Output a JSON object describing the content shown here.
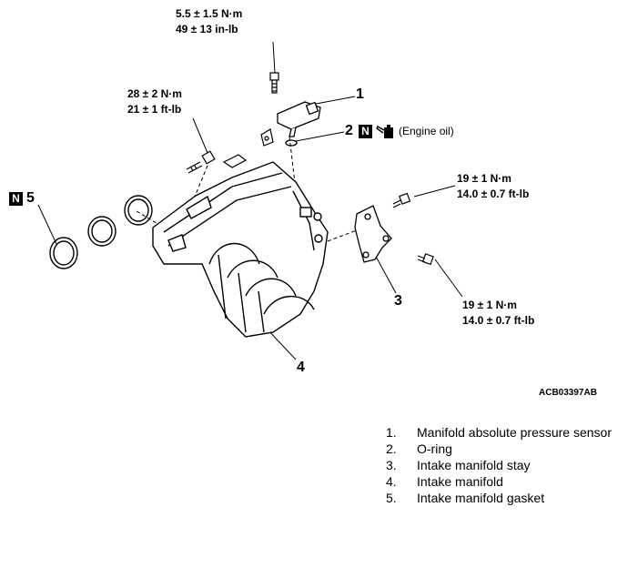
{
  "torque_specs": {
    "sensor_bolt": {
      "metric": "5.5 ± 1.5 N·m",
      "imperial": "49 ± 13 in-lb"
    },
    "manifold_bolt": {
      "metric": "28 ± 2 N·m",
      "imperial": "21 ± 1 ft-lb"
    },
    "stay_bolt_upper": {
      "metric": "19 ± 1 N·m",
      "imperial": "14.0 ± 0.7 ft-lb"
    },
    "stay_bolt_lower": {
      "metric": "19 ± 1 N·m",
      "imperial": "14.0 ± 0.7 ft-lb"
    }
  },
  "callouts": {
    "c1": "1",
    "c2": "2",
    "c3": "3",
    "c4": "4",
    "c5": "5"
  },
  "badges": {
    "n_label": "N",
    "oil_label": "(Engine oil)",
    "oil_icon": "oil-can-icon"
  },
  "figure_id": "ACB03397AB",
  "legend": [
    {
      "num": "1.",
      "label": "Manifold absolute pressure sensor"
    },
    {
      "num": "2.",
      "label": "O-ring"
    },
    {
      "num": "3.",
      "label": "Intake manifold stay"
    },
    {
      "num": "4.",
      "label": "Intake manifold"
    },
    {
      "num": "5.",
      "label": "Intake manifold gasket"
    }
  ]
}
